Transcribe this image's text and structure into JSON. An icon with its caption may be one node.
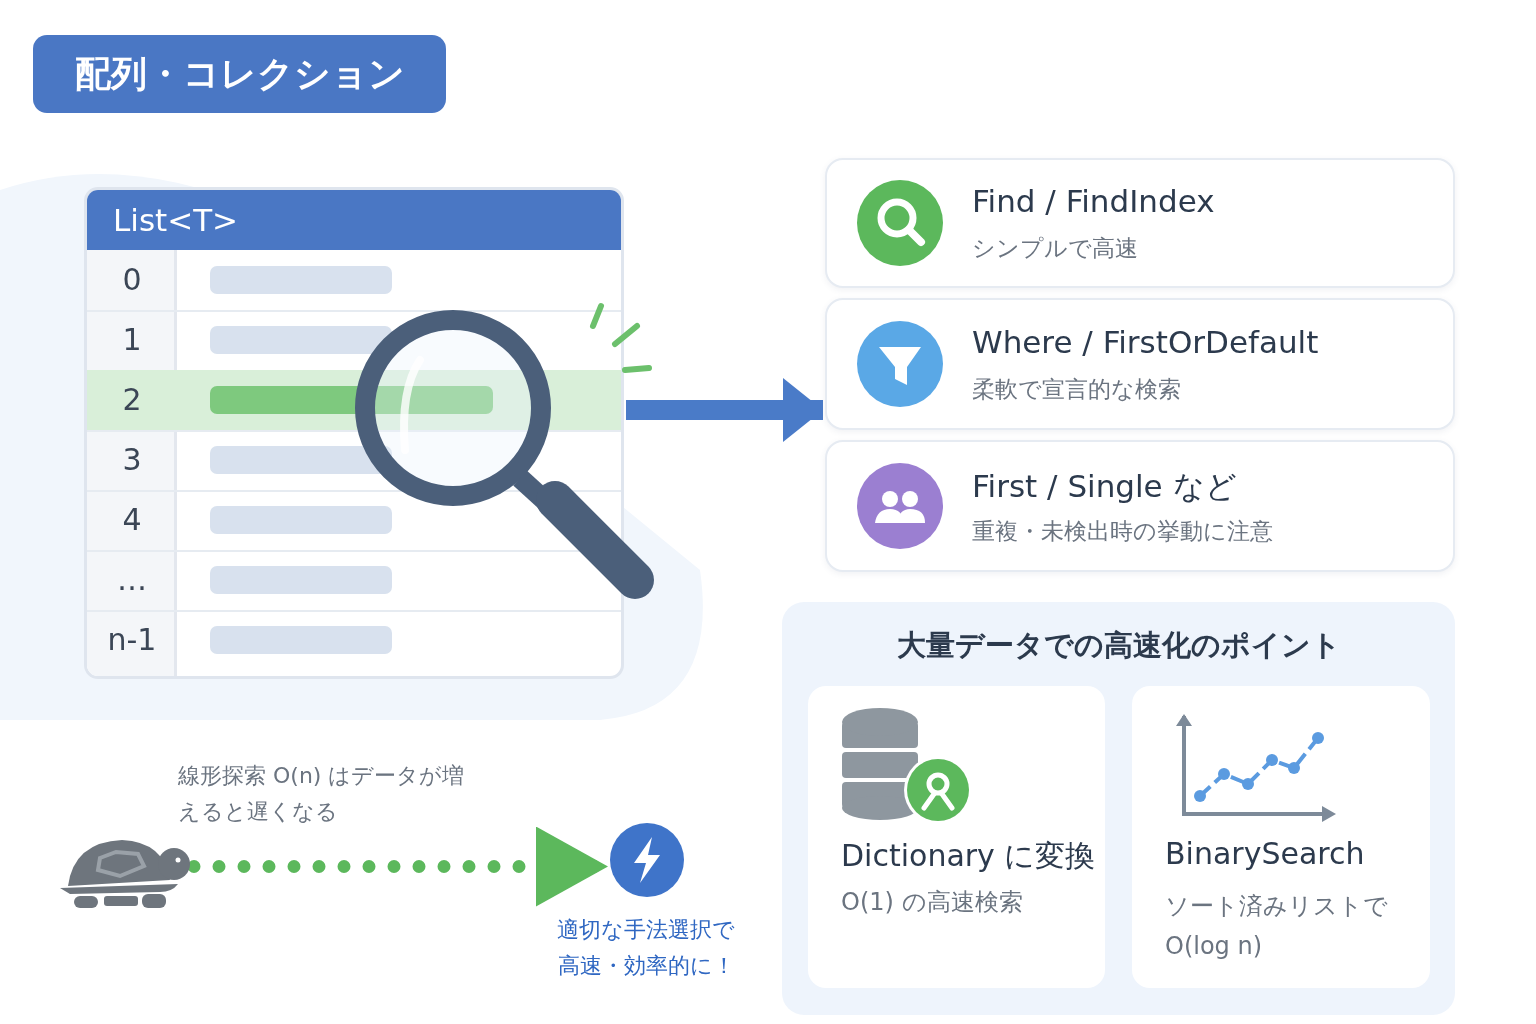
{
  "diagram": {
    "nodes": [
      {
        "text": [
          "配列・コレクション"
        ]
      },
      {
        "text": [
          "List<T>"
        ]
      },
      {
        "text": [
          "Find / FindIndex",
          "シンプルで高速"
        ]
      },
      {
        "text": [
          "Where / FirstOrDefault",
          "柔軟で宣言的な検索"
        ]
      },
      {
        "text": [
          "First / Single など",
          "重複・未検出時の挙動に注意"
        ]
      },
      {
        "text": [
          "大量データでの高速化のポイント"
        ]
      },
      {
        "text": [
          "Dictionary に変換",
          "O(1) の高速検索"
        ],
        "in": 5
      },
      {
        "text": [
          "BinarySearch",
          "ソート済みリストで O(log n)"
        ],
        "in": 5
      },
      {
        "text": [],
        "shape": "picture",
        "beside": [
          "線形探索 O(n) はデータが増えると遅くなる"
        ]
      },
      {
        "text": [],
        "shape": "circle",
        "beside": [
          "適切な手法選択で高速・効率的に！"
        ]
      }
    ],
    "edges": [
      {
        "from": 1,
        "to": 3,
        "arrow": "to"
      },
      {
        "from": 8,
        "to": 9,
        "arrow": "to",
        "style": "dashed",
        "color": "#5cb85c"
      }
    ],
    "labels": [
      "0",
      "1",
      "2",
      "3",
      "4",
      "…",
      "n-1"
    ]
  }
}
